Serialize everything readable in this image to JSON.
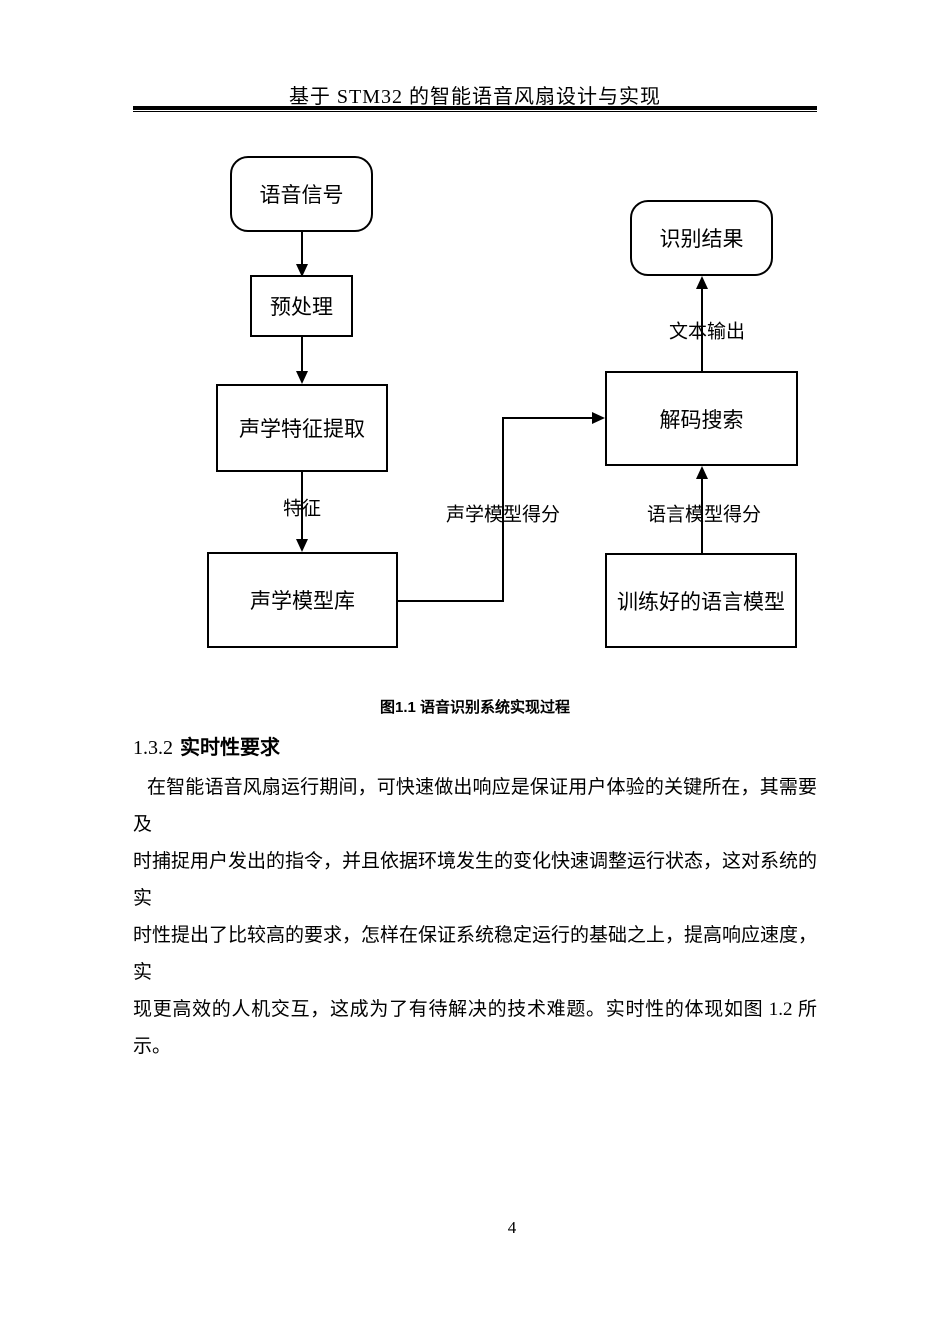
{
  "header": {
    "title": "基于 STM32 的智能语音风扇设计与实现"
  },
  "figure": {
    "caption": "图1.1 语音识别系统实现过程",
    "nodes": [
      {
        "id": "speech-signal",
        "label": "语音信号"
      },
      {
        "id": "preprocessing",
        "label": "预处理"
      },
      {
        "id": "acoustic-feature-extraction",
        "label": "声学特征提取"
      },
      {
        "id": "acoustic-model-library",
        "label": "声学模型库"
      },
      {
        "id": "decode-search",
        "label": "解码搜索"
      },
      {
        "id": "trained-language-model",
        "label": "训练好的语言模型"
      },
      {
        "id": "recognition-result",
        "label": "识别结果"
      }
    ],
    "edge_labels": [
      {
        "id": "feature",
        "label": "特征"
      },
      {
        "id": "acoustic-model-score",
        "label": "声学模型得分"
      },
      {
        "id": "language-model-score",
        "label": "语言模型得分"
      },
      {
        "id": "text-output",
        "label": "文本输出"
      }
    ]
  },
  "section": {
    "number": "1.3.2",
    "title": "实时性要求"
  },
  "paragraph": {
    "full_text": "在智能语音风扇运行期间，可快速做出响应是保证用户体验的关键所在，其需要及时捕捉用户发出的指令，并且依据环境发生的变化快速调整运行状态，这对系统的实时性提出了比较高的要求，怎样在保证系统稳定运行的基础之上，提高响应速度，实现更高效的人机交互，这成为了有待解决的技术难题。实时性的体现如图 1.2 所示。",
    "lines": [
      "在智能语音风扇运行期间，可快速做出响应是保证用户体验的关键所在，其需要及",
      "时捕捉用户发出的指令，并且依据环境发生的变化快速调整运行状态，这对系统的实",
      "时性提出了比较高的要求，怎样在保证系统稳定运行的基础之上，提高响应速度，实",
      "现更高效的人机交互，这成为了有待解决的技术难题。实时性的体现如图 1.2 所示。"
    ]
  },
  "page_number": "4"
}
